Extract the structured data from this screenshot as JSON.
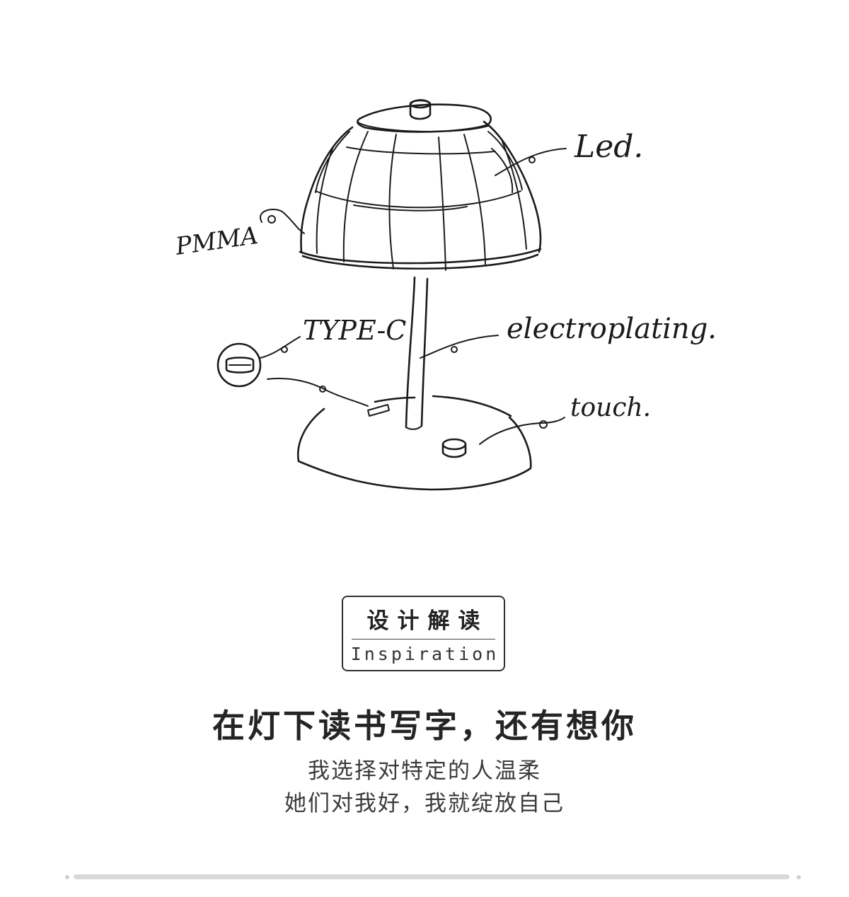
{
  "sketch": {
    "labels": {
      "led": "Led.",
      "pmma": "PMMA",
      "type_c": "TYPE-C",
      "electroplating": "electroplating.",
      "touch": "touch."
    }
  },
  "badge": {
    "title_cn": "设计解读",
    "title_en": "Inspiration"
  },
  "headline": "在灯下读书写字，还有想你",
  "subtitle": {
    "line1": "我选择对特定的人温柔",
    "line2": "她们对我好，我就绽放自己"
  },
  "colors": {
    "ink": "#1b1b1b",
    "text": "#242424",
    "scrollbar": "#d9d9d9",
    "background": "#ffffff"
  }
}
